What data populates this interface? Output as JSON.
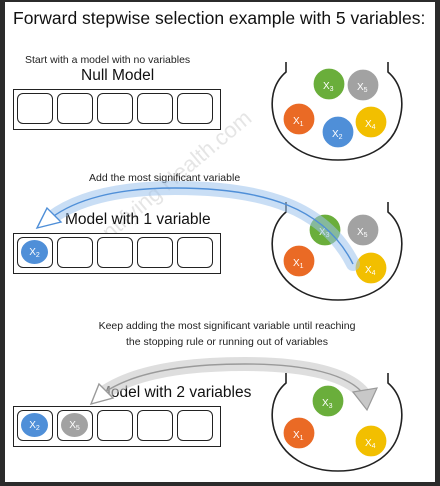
{
  "title": "Forward stepwise selection example with 5 variables:",
  "colors": {
    "x1": "#ea6a25",
    "x2": "#4f8fd8",
    "x3": "#6aae3b",
    "x4": "#f2bf00",
    "x5": "#a2a2a2"
  },
  "steps": [
    {
      "caption": "Start with a model with no variables",
      "heading": "Null Model"
    },
    {
      "caption": "Add the most significant variable",
      "heading": "Model with 1 variable"
    },
    {
      "caption_line1": "Keep adding the most significant variable until reaching",
      "caption_line2": "the stopping rule or running out of variables",
      "heading": "Model with 2 variables"
    }
  ],
  "variables": {
    "x": "X",
    "s1": "1",
    "s2": "2",
    "s3": "3",
    "s4": "4",
    "s5": "5"
  },
  "watermark": "Quantifying Health.com"
}
